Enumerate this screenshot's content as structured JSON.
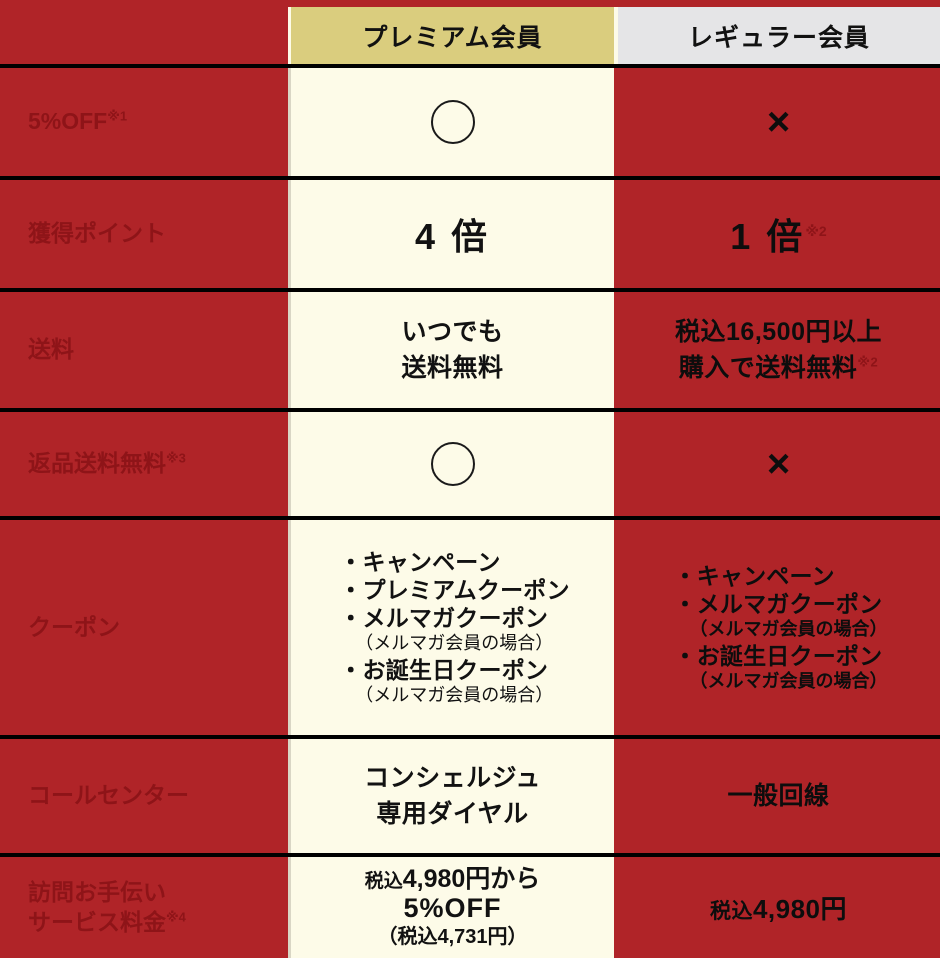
{
  "table": {
    "header": {
      "blank_label": "",
      "columns": [
        {
          "id": "premium",
          "label": "プレミアム会員",
          "bg_color": "#dacd7e"
        },
        {
          "id": "regular",
          "label": "レギュラー会員",
          "bg_color": "#e5e5e7"
        }
      ]
    },
    "colors": {
      "red_bg": "#b02428",
      "cream_bg": "#fdfbe8",
      "label_text": "#8e1418",
      "divider": "#000000"
    },
    "rows": [
      {
        "label": "5%OFF",
        "label_sup": "※1",
        "premium": {
          "type": "mark",
          "value": "○"
        },
        "regular": {
          "type": "mark",
          "value": "×"
        }
      },
      {
        "label": "獲得ポイント",
        "label_sup": "",
        "premium": {
          "type": "value",
          "value": "4 倍",
          "sup": ""
        },
        "regular": {
          "type": "value",
          "value": "1 倍",
          "sup": "※2"
        }
      },
      {
        "label": "送料",
        "label_sup": "",
        "premium": {
          "type": "lines",
          "lines": [
            "いつでも",
            "送料無料"
          ],
          "sup": ""
        },
        "regular": {
          "type": "lines",
          "lines": [
            "税込16,500円以上",
            "購入で送料無料"
          ],
          "sup": "※2"
        }
      },
      {
        "label": "返品送料無料",
        "label_sup": "※3",
        "premium": {
          "type": "mark",
          "value": "○"
        },
        "regular": {
          "type": "mark",
          "value": "×"
        }
      },
      {
        "label": "クーポン",
        "label_sup": "",
        "premium": {
          "type": "list",
          "items": [
            {
              "text": "・キャンペーン",
              "note": ""
            },
            {
              "text": "・プレミアムクーポン",
              "note": ""
            },
            {
              "text": "・メルマガクーポン",
              "note": "（メルマガ会員の場合）"
            },
            {
              "text": "・お誕生日クーポン",
              "note": "（メルマガ会員の場合）"
            }
          ]
        },
        "regular": {
          "type": "list",
          "items": [
            {
              "text": "・キャンペーン",
              "note": ""
            },
            {
              "text": "・メルマガクーポン",
              "note": "（メルマガ会員の場合）"
            },
            {
              "text": "・お誕生日クーポン",
              "note": "（メルマガ会員の場合）"
            }
          ]
        }
      },
      {
        "label": "コールセンター",
        "label_sup": "",
        "premium": {
          "type": "lines",
          "lines": [
            "コンシェルジュ",
            "専用ダイヤル"
          ],
          "sup": ""
        },
        "regular": {
          "type": "lines",
          "lines": [
            "一般回線"
          ],
          "sup": ""
        }
      },
      {
        "label_line1": "訪問お手伝い",
        "label_line2": "サービス料金",
        "label_sup": "※4",
        "premium": {
          "type": "fee",
          "line1_small": "税込",
          "line1_big": "4,980円から",
          "line2": "5%OFF",
          "line3": "（税込4,731円）"
        },
        "regular": {
          "type": "fee_simple",
          "small": "税込",
          "big": "4,980円"
        }
      }
    ]
  }
}
